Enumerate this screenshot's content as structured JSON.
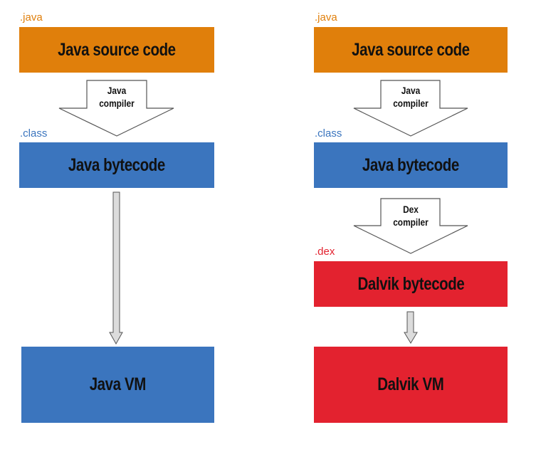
{
  "colors": {
    "orange": "#e07f0b",
    "blue": "#3b75be",
    "red": "#e3222f"
  },
  "left": {
    "java_tag": ".java",
    "source_box": "Java source code",
    "compiler_line1": "Java",
    "compiler_line2": "compiler",
    "class_tag": ".class",
    "bytecode_box": "Java bytecode",
    "vm_box": "Java VM"
  },
  "right": {
    "java_tag": ".java",
    "source_box": "Java source code",
    "java_compiler_line1": "Java",
    "java_compiler_line2": "compiler",
    "class_tag": ".class",
    "bytecode_box": "Java bytecode",
    "dex_compiler_line1": "Dex",
    "dex_compiler_line2": "compiler",
    "dex_tag": ".dex",
    "dalvik_bytecode_box": "Dalvik bytecode",
    "vm_box": "Dalvik VM"
  }
}
